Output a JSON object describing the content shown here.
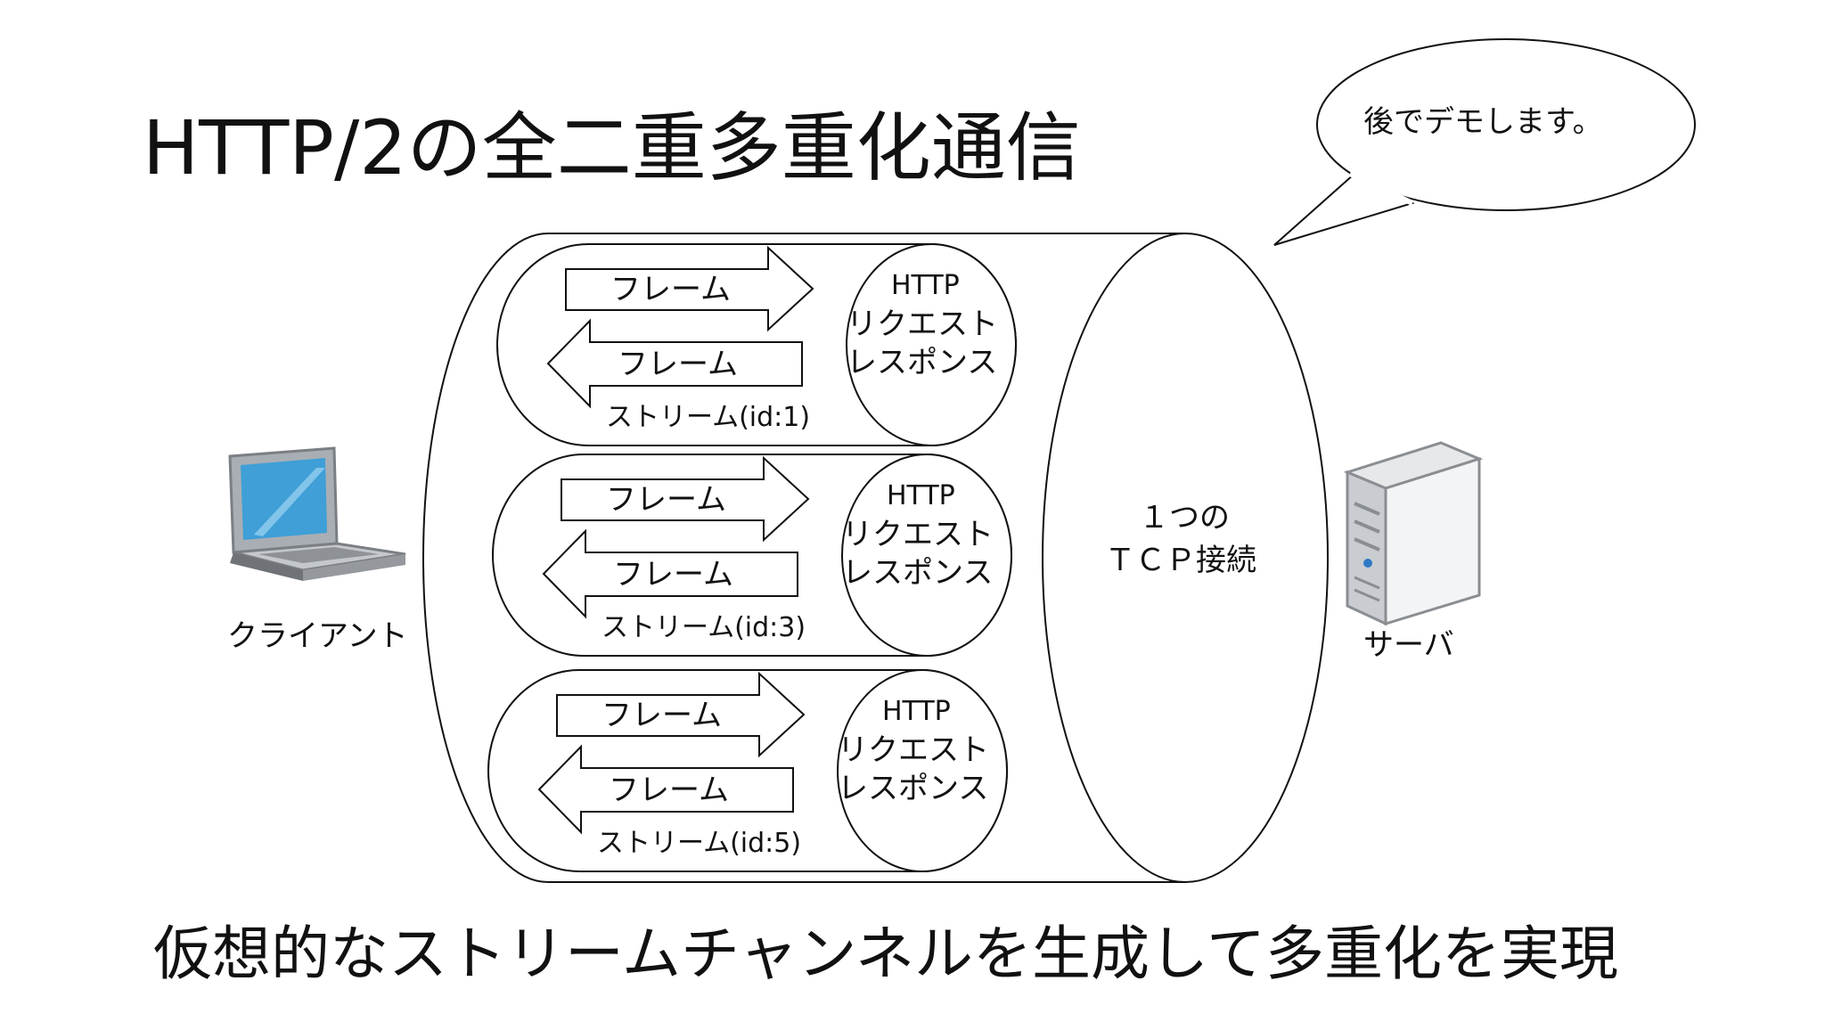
{
  "slide": {
    "title": "HTTP/2の全二重多重化通信",
    "bubble": "後でデモします。",
    "caption": "仮想的なストリームチャンネルを生成して多重化を実現",
    "client_label": "クライアント",
    "server_label": "サーバ",
    "tcp_label_line1": "１つの",
    "tcp_label_line2": "ＴＣＰ接続",
    "streams": [
      {
        "frame_out": "フレーム",
        "frame_in": "フレーム",
        "stream_label": "ストリーム(id:1)",
        "cap_line1": "HTTP",
        "cap_line2": "リクエスト",
        "cap_line3": "レスポンス"
      },
      {
        "frame_out": "フレーム",
        "frame_in": "フレーム",
        "stream_label": "ストリーム(id:3)",
        "cap_line1": "HTTP",
        "cap_line2": "リクエスト",
        "cap_line3": "レスポンス"
      },
      {
        "frame_out": "フレーム",
        "frame_in": "フレーム",
        "stream_label": "ストリーム(id:5)",
        "cap_line1": "HTTP",
        "cap_line2": "リクエスト",
        "cap_line3": "レスポンス"
      }
    ]
  }
}
